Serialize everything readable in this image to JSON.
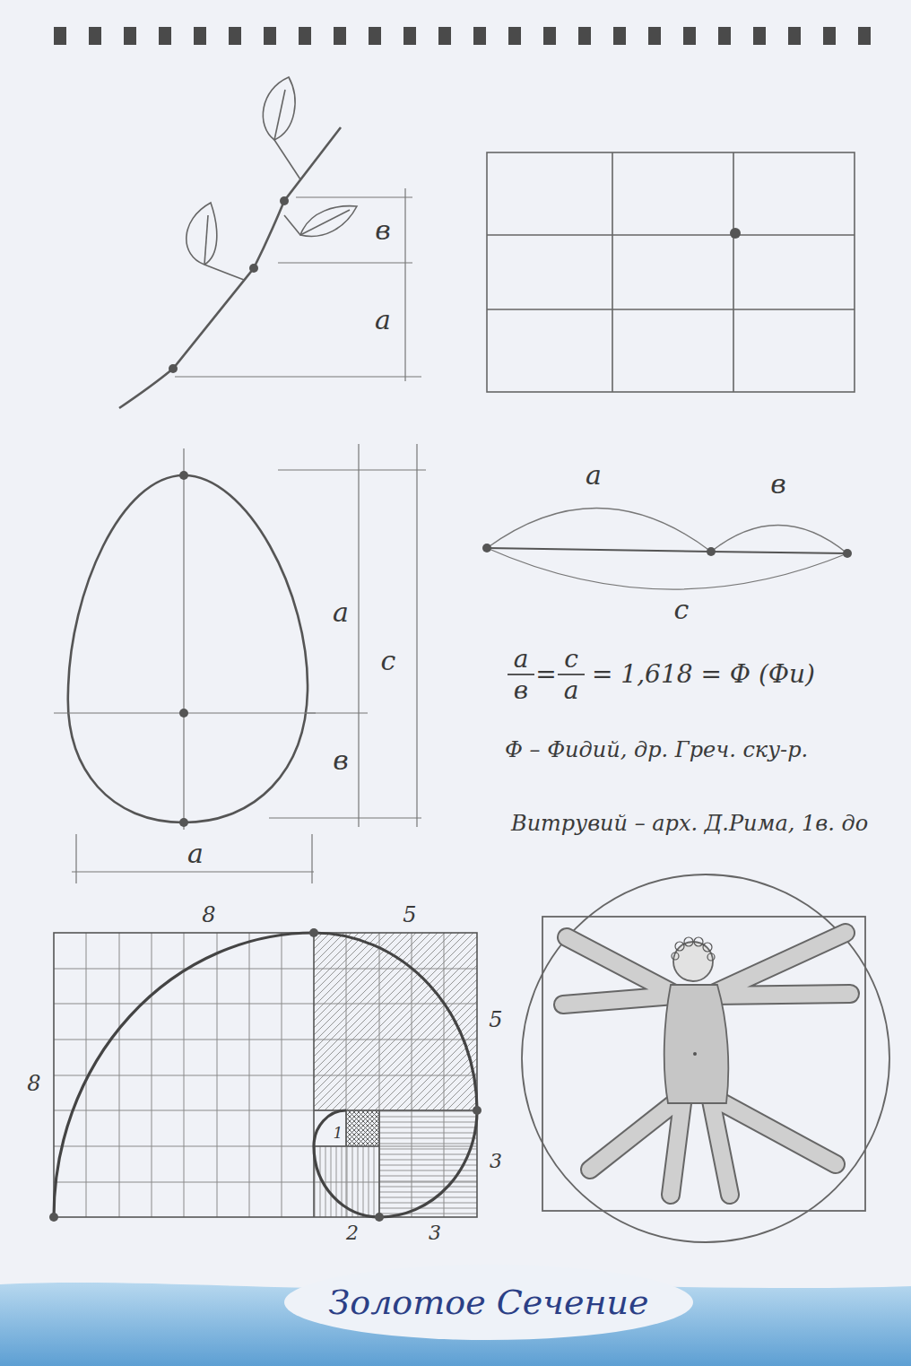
{
  "diagram": {
    "title": "Золотое Сечение",
    "labels": [
      "в",
      "а",
      "а",
      "в",
      "с",
      "а",
      "с",
      "в",
      "а",
      "в",
      "=",
      "с",
      "а",
      "= 1,618 = Ф (Фи)",
      "Ф – Фидий, др. Греч. ску-р.",
      "Витрувий – арх. Д.Рима, 1в. до",
      "а",
      "8",
      "5",
      "5",
      "8",
      "1",
      "3",
      "2",
      "3"
    ]
  }
}
